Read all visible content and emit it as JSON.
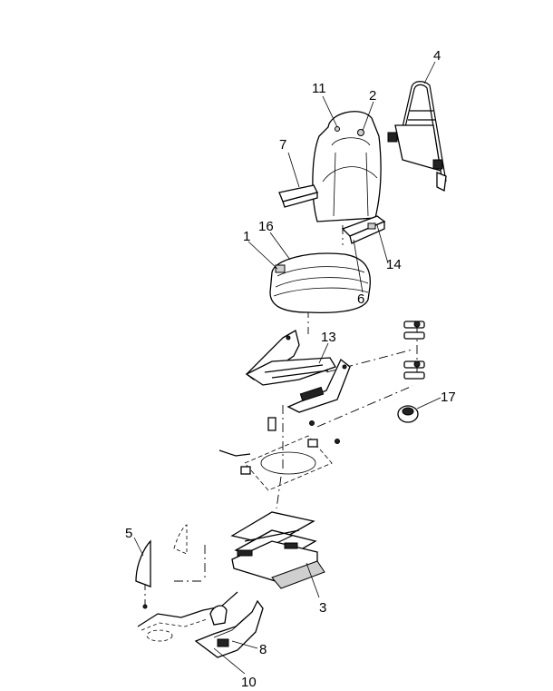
{
  "callouts": {
    "c1": "1",
    "c2": "2",
    "c3": "3",
    "c4": "4",
    "c5": "5",
    "c6": "6",
    "c7": "7",
    "c8": "8",
    "c10": "10",
    "c11": "11",
    "c13": "13",
    "c14": "14",
    "c16": "16",
    "c17": "17"
  },
  "colors": {
    "line": "#000000",
    "background": "#ffffff"
  }
}
